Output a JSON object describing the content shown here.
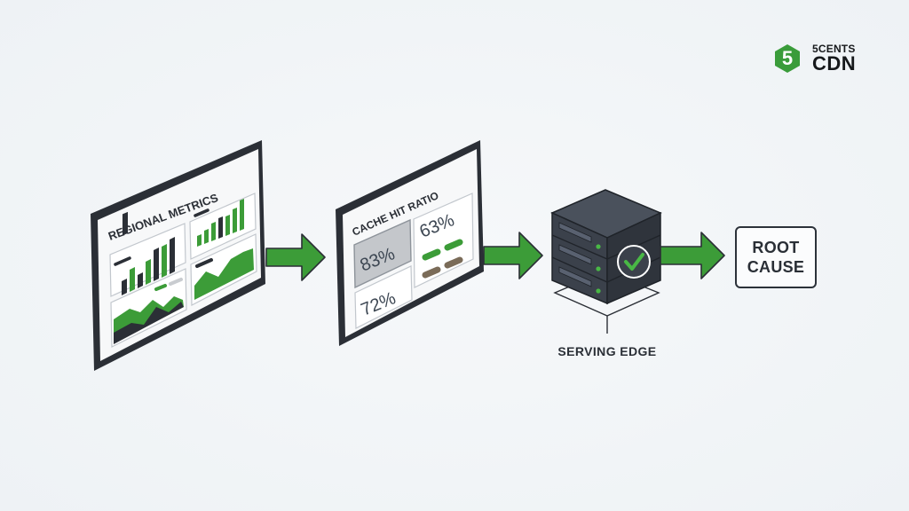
{
  "brand": {
    "badge_number": "5",
    "name_top": "5CENTS",
    "name_bottom": "CDN",
    "color": "#3a9c3a"
  },
  "stages": [
    {
      "title": "REGIONAL METRICS"
    },
    {
      "title": "CACHE HIT RATIO",
      "stats": [
        "83%",
        "63%",
        "72%"
      ]
    },
    {
      "label": "SERVING EDGE",
      "status_icon": "check-icon"
    },
    {
      "line1": "ROOT",
      "line2": "CAUSE"
    }
  ],
  "colors": {
    "accent_green": "#3c9c38",
    "dark_panel": "#2b2f36",
    "server_body": "#3b414b",
    "highlight_tile": "#c9ccd0",
    "brown_pill": "#7a6b58"
  }
}
